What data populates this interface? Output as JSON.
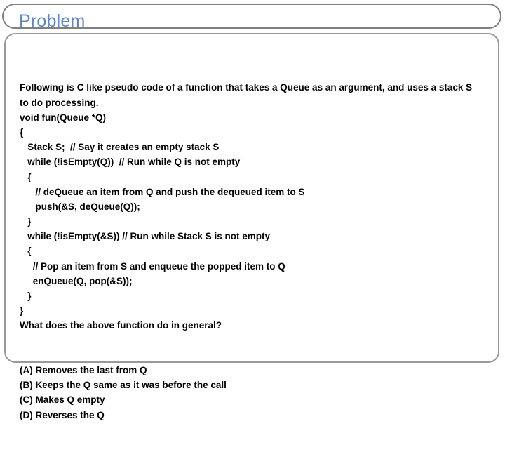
{
  "slide": {
    "title": "Problem",
    "title_color": "#6486BE",
    "border_color": "#9a9a9a",
    "background": "#ffffff"
  },
  "content": {
    "lines": [
      "Following is C like pseudo code of a function that takes a Queue as an argument, and uses a stack S",
      "to do processing.",
      "void fun(Queue *Q)",
      "{",
      "   Stack S;  // Say it creates an empty stack S",
      "   while (!isEmpty(Q))  // Run while Q is not empty",
      "   {",
      "      // deQueue an item from Q and push the dequeued item to S",
      "      push(&S, deQueue(Q));",
      "   }",
      "   while (!isEmpty(&S)) // Run while Stack S is not empty",
      "   {",
      "     // Pop an item from S and enqueue the popped item to Q",
      "     enQueue(Q, pop(&S));",
      "   }",
      "}",
      "What does the above function do in general?"
    ],
    "options": [
      {
        "tag": "(A)",
        "text": " Removes the last from Q"
      },
      {
        "tag": "(B)",
        "text": " Keeps the Q same as it was before the call"
      },
      {
        "tag": "(C)",
        "text": " Makes Q empty"
      },
      {
        "tag": "(D)",
        "text": " Reverses the Q"
      }
    ]
  }
}
